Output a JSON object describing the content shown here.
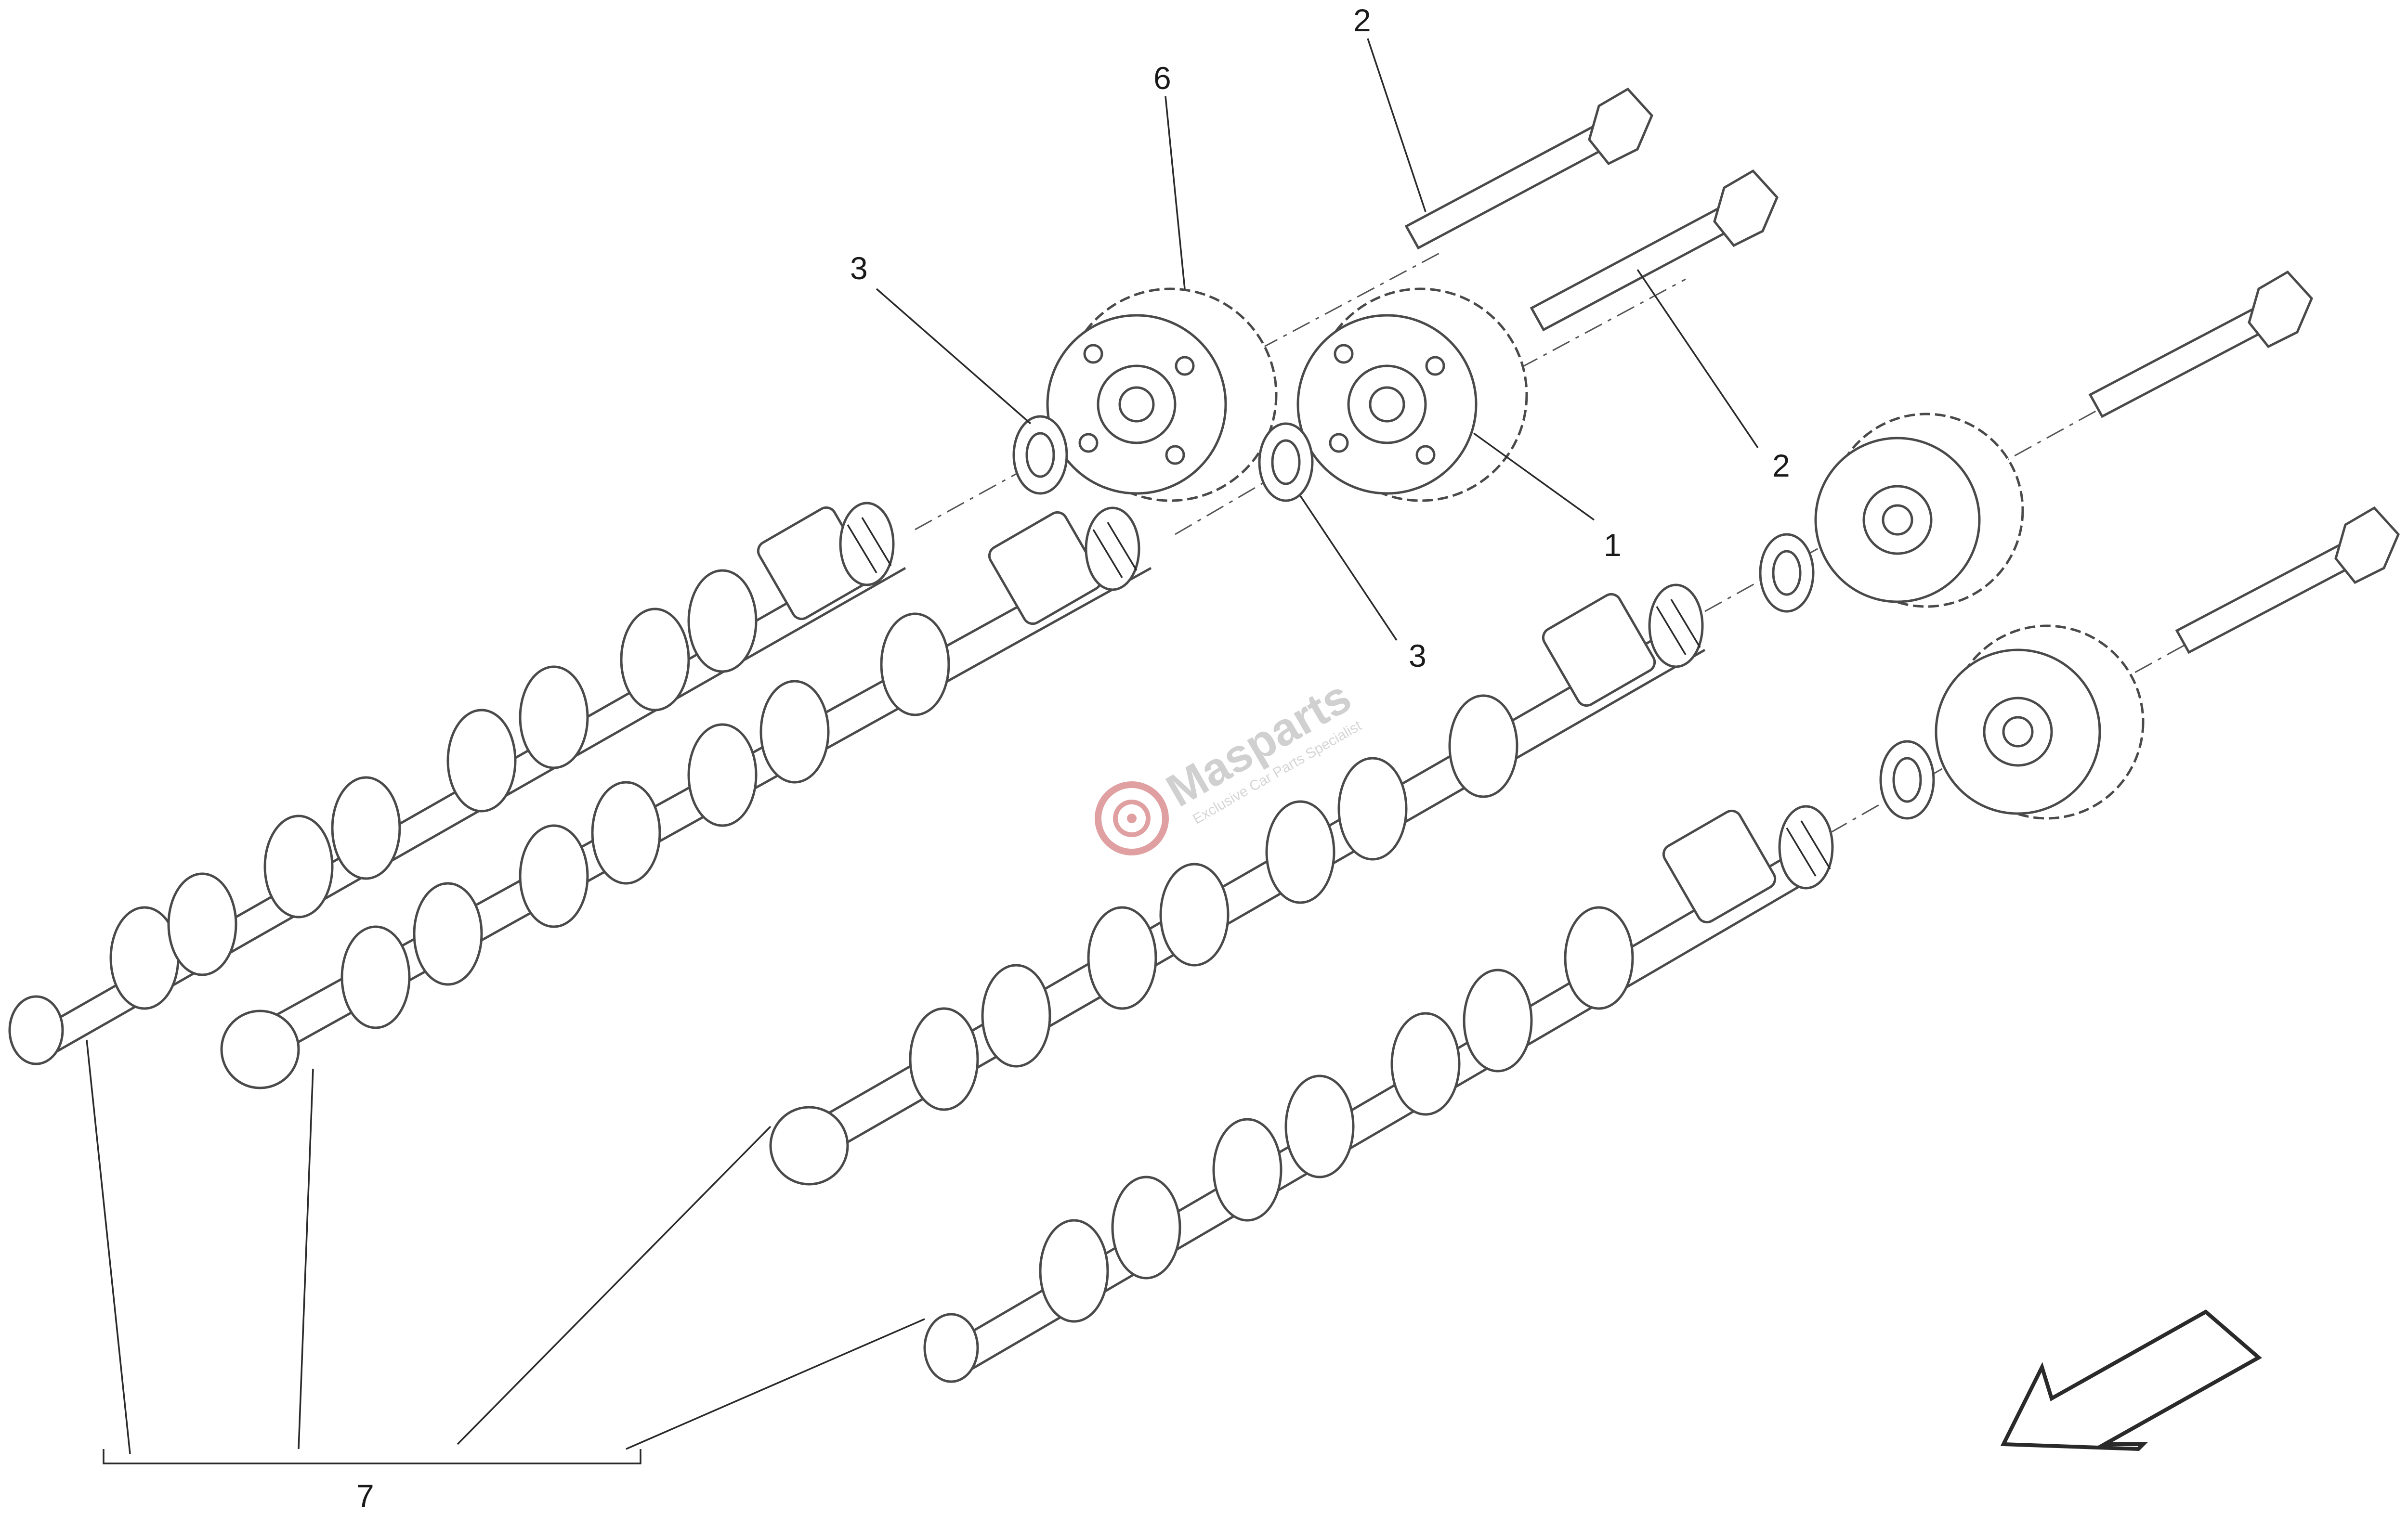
{
  "diagram": {
    "callouts": [
      {
        "id": "c-2-top",
        "text": "2"
      },
      {
        "id": "c-6",
        "text": "6"
      },
      {
        "id": "c-3-left",
        "text": "3"
      },
      {
        "id": "c-1",
        "text": "1"
      },
      {
        "id": "c-2-right",
        "text": "2"
      },
      {
        "id": "c-3-mid",
        "text": "3"
      },
      {
        "id": "c-7",
        "text": "7"
      }
    ],
    "watermark": {
      "brand": "Masparts",
      "tagline": "Exclusive Car Parts Specialist"
    },
    "colors": {
      "line": "#2a2a2a",
      "part_stroke": "#4a4a4a",
      "watermark_red": "#e0888a",
      "watermark_gray": "#d0d0d0"
    },
    "icons": [
      "direction-arrow-icon",
      "watermark-logo-icon"
    ]
  }
}
